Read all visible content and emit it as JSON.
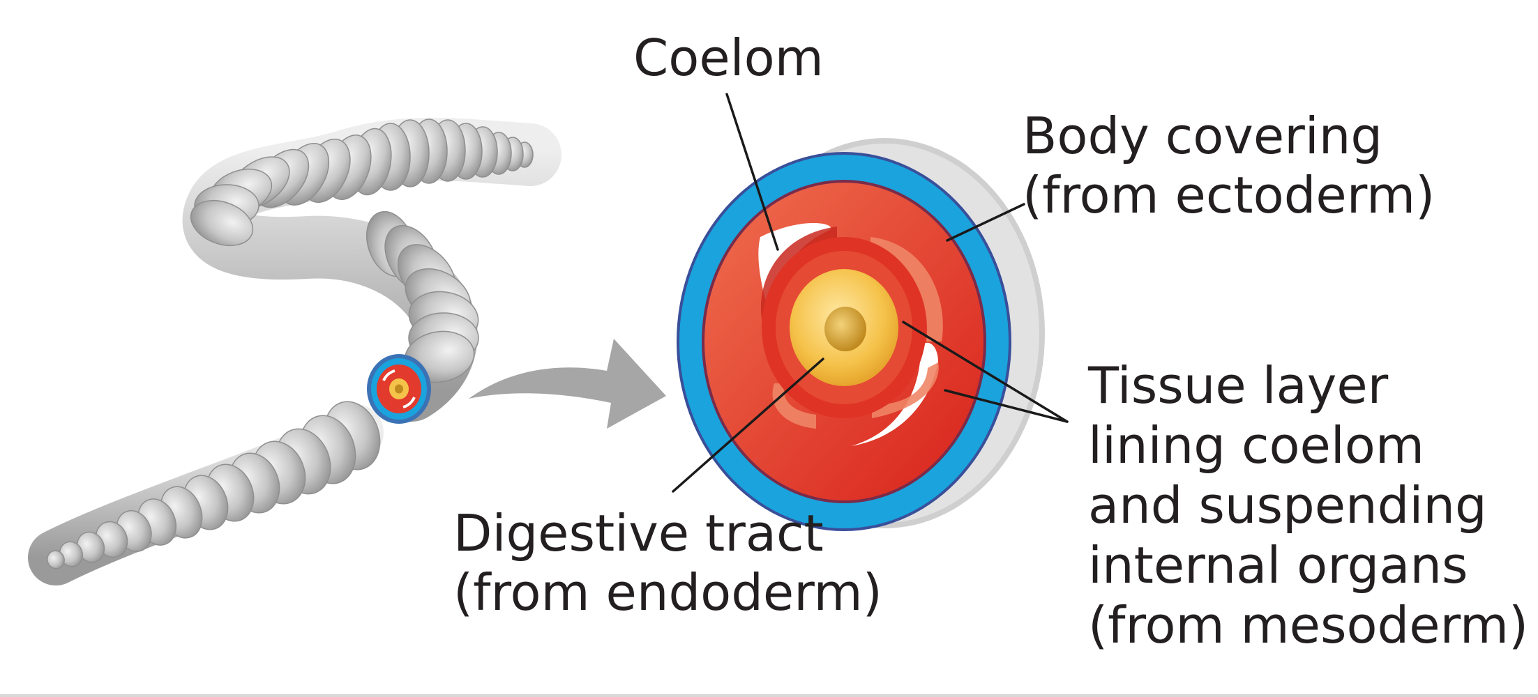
{
  "labels": {
    "coelom": "Coelom",
    "body_covering_line1": "Body covering",
    "body_covering_line2": "(from ectoderm)",
    "tissue_line1": "Tissue layer",
    "tissue_line2": "lining coelom",
    "tissue_line3": "and suspending",
    "tissue_line4": "internal organs",
    "tissue_line5": "(from mesoderm)",
    "digestive_line1": "Digestive tract",
    "digestive_line2": "(from endoderm)"
  },
  "colors": {
    "worm_gray": "#bdbdbd",
    "ectoderm_blue": "#1aa3dc",
    "mesoderm_red": "#e23a2c",
    "endoderm_yellow": "#f5c24a",
    "arrow_gray": "#a6a6a6"
  },
  "icons": [
    "worm-illustration",
    "transition-arrow",
    "cross-section"
  ]
}
